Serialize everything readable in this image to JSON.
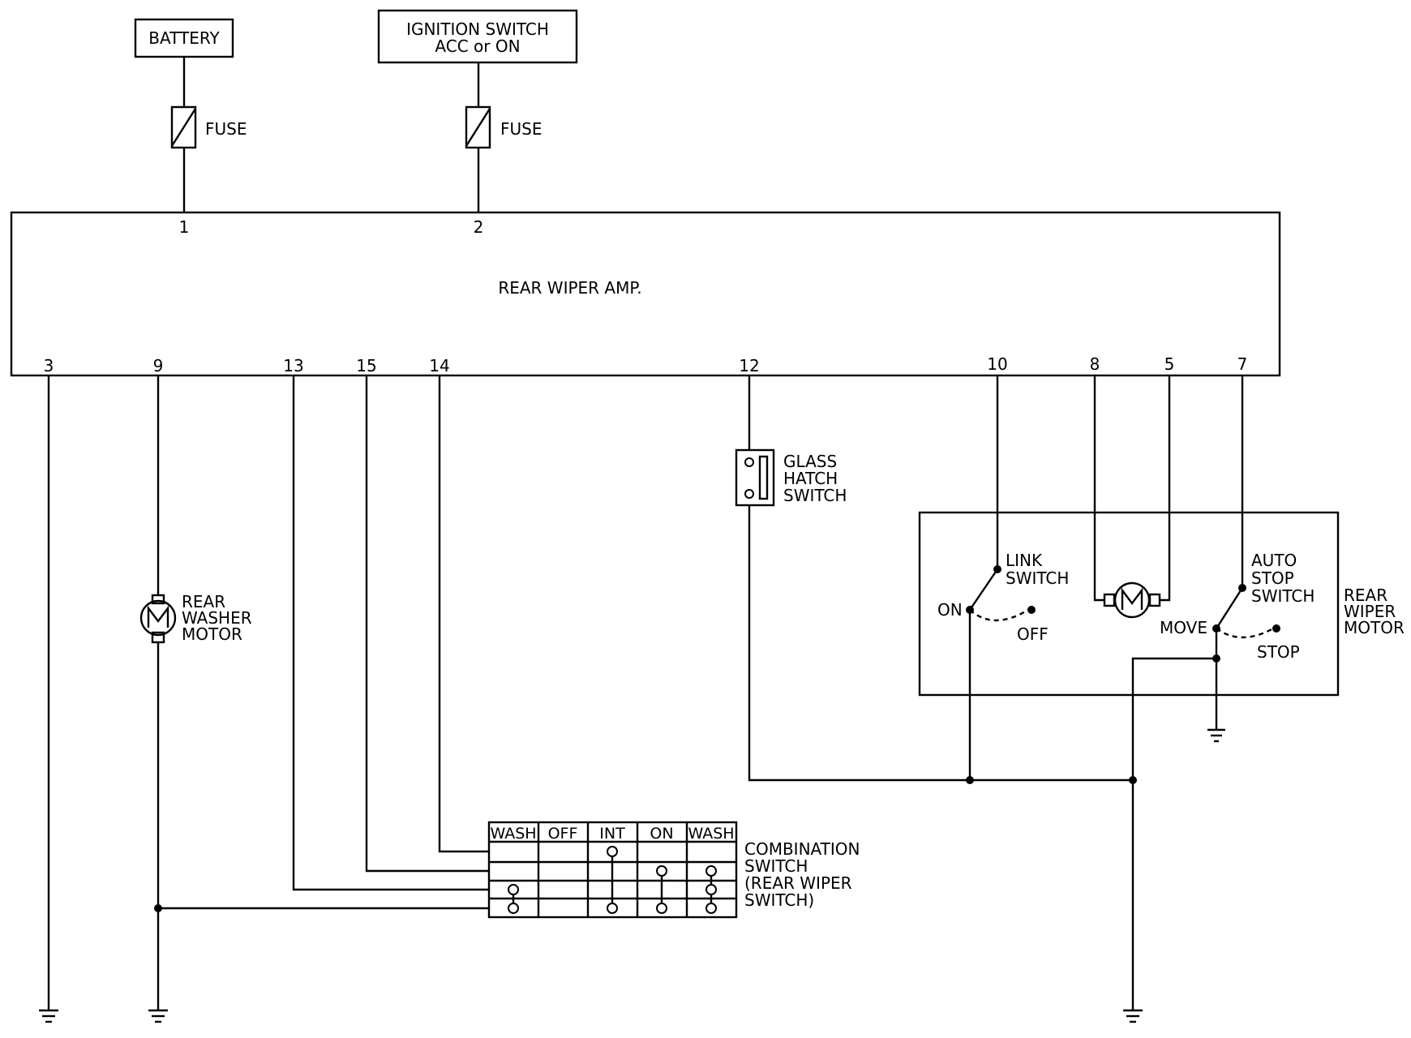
{
  "battery": "BATTERY",
  "ignition": {
    "line1": "IGNITION SWITCH",
    "line2": "ACC or ON"
  },
  "fuse1": "FUSE",
  "fuse2": "FUSE",
  "amp": {
    "label": "REAR WIPER AMP.",
    "pins_top": [
      "1",
      "2"
    ],
    "pins_bottom": [
      "3",
      "9",
      "13",
      "15",
      "14",
      "12",
      "10",
      "8",
      "5",
      "7"
    ]
  },
  "washer_motor": [
    "REAR",
    "WASHER",
    "MOTOR"
  ],
  "glass_hatch": [
    "GLASS",
    "HATCH",
    "SWITCH"
  ],
  "wiper_motor": {
    "label": [
      "REAR",
      "WIPER",
      "MOTOR"
    ],
    "link_switch": [
      "LINK",
      "SWITCH"
    ],
    "auto_stop_switch": [
      "AUTO",
      "STOP",
      "SWITCH"
    ],
    "on": "ON",
    "off": "OFF",
    "move": "MOVE",
    "stop": "STOP"
  },
  "combination_switch": {
    "label": [
      "COMBINATION",
      "SWITCH",
      "(REAR WIPER",
      "SWITCH)"
    ],
    "positions": [
      "WASH",
      "OFF",
      "INT",
      "ON",
      "WASH"
    ]
  }
}
